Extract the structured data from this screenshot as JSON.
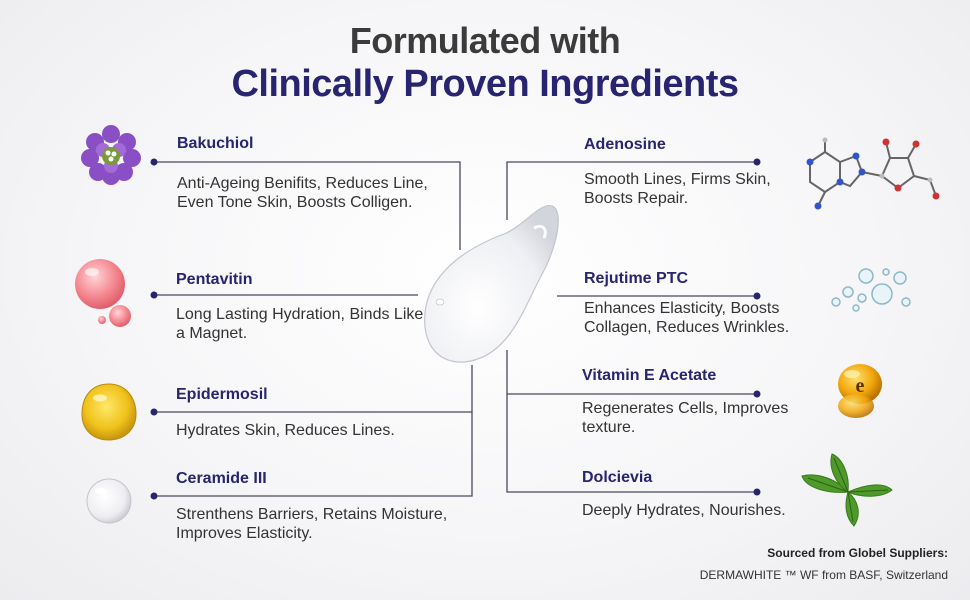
{
  "title": {
    "line1": "Formulated with",
    "line2": "Clinically Proven Ingredients"
  },
  "ingredients_left": [
    {
      "name": "Bakuchiol",
      "desc": "Anti-Ageing Benifits, Reduces Line, Even Tone Skin, Boosts Colligen.",
      "icon": "purple-flower-icon"
    },
    {
      "name": "Pentavitin",
      "desc": "Long Lasting Hydration, Binds Like a Magnet.",
      "icon": "pink-droplets-icon"
    },
    {
      "name": "Epidermosil",
      "desc": "Hydrates Skin, Reduces Lines.",
      "icon": "yellow-drop-icon"
    },
    {
      "name": "Ceramide III",
      "desc": "Strenthens Barriers, Retains Moisture, Improves Elasticity.",
      "icon": "clear-drop-icon"
    }
  ],
  "ingredients_right": [
    {
      "name": "Adenosine",
      "desc": "Smooth Lines, Firms Skin, Boosts Repair.",
      "icon": "molecule-icon"
    },
    {
      "name": "Rejutime PTC",
      "desc": "Enhances Elasticity, Boosts Collagen, Reduces Wrinkles.",
      "icon": "bubbles-icon"
    },
    {
      "name": "Vitamin E Acetate",
      "desc": "Regenerates Cells, Improves texture.",
      "icon": "vitamin-e-capsule-icon",
      "capsule_letter": "e"
    },
    {
      "name": "Dolcievia",
      "desc": "Deeply Hydrates, Nourishes.",
      "icon": "stevia-leaf-icon"
    }
  ],
  "footer": {
    "line1": "Sourced from Globel Suppliers:",
    "line2": "DERMAWHITE ™ WF from BASF, Switzerland"
  },
  "colors": {
    "navy": "#28246f",
    "title_gray": "#3b3b3b",
    "text": "#333333",
    "line": "#4a4a5a"
  }
}
